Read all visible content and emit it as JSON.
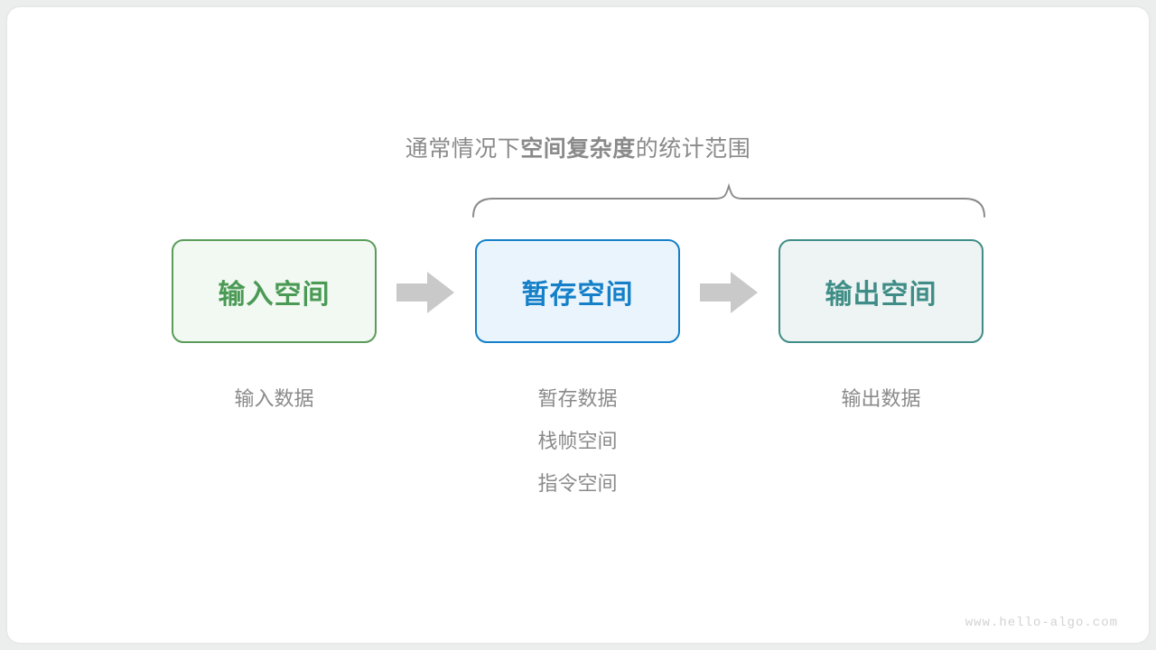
{
  "diagram": {
    "heading": {
      "prefix": "通常情况下",
      "emphasis": "空间复杂度",
      "suffix": "的统计范围"
    },
    "brace": {
      "label": "space-complexity-scope-brace",
      "color": "#8a8a8a",
      "spans": [
        "暂存空间",
        "输出空间"
      ]
    },
    "boxes": [
      {
        "label": "输入空间",
        "fill": "#f2f8f2",
        "border": "#5a9c5a",
        "text_color": "#4a9a55"
      },
      {
        "label": "暂存空间",
        "fill": "#eaf4fd",
        "border": "#1580c8",
        "text_color": "#1580c8"
      },
      {
        "label": "输出空间",
        "fill": "#edf4f3",
        "border": "#3f8d86",
        "text_color": "#3f8d86"
      }
    ],
    "arrows": [
      {
        "name": "arrow-input-to-buffer",
        "color": "#c9c9c9"
      },
      {
        "name": "arrow-buffer-to-output",
        "color": "#c9c9c9"
      }
    ],
    "captions": [
      {
        "lines": [
          "输入数据"
        ]
      },
      {
        "lines": [
          "暂存数据",
          "栈帧空间",
          "指令空间"
        ]
      },
      {
        "lines": [
          "输出数据"
        ]
      }
    ],
    "watermark": "www.hello-algo.com",
    "colors": {
      "background": "#ffffff",
      "caption_text": "#8a8a8a",
      "heading_text": "#8a8a8a",
      "watermark_text": "#d2d2d2"
    }
  }
}
